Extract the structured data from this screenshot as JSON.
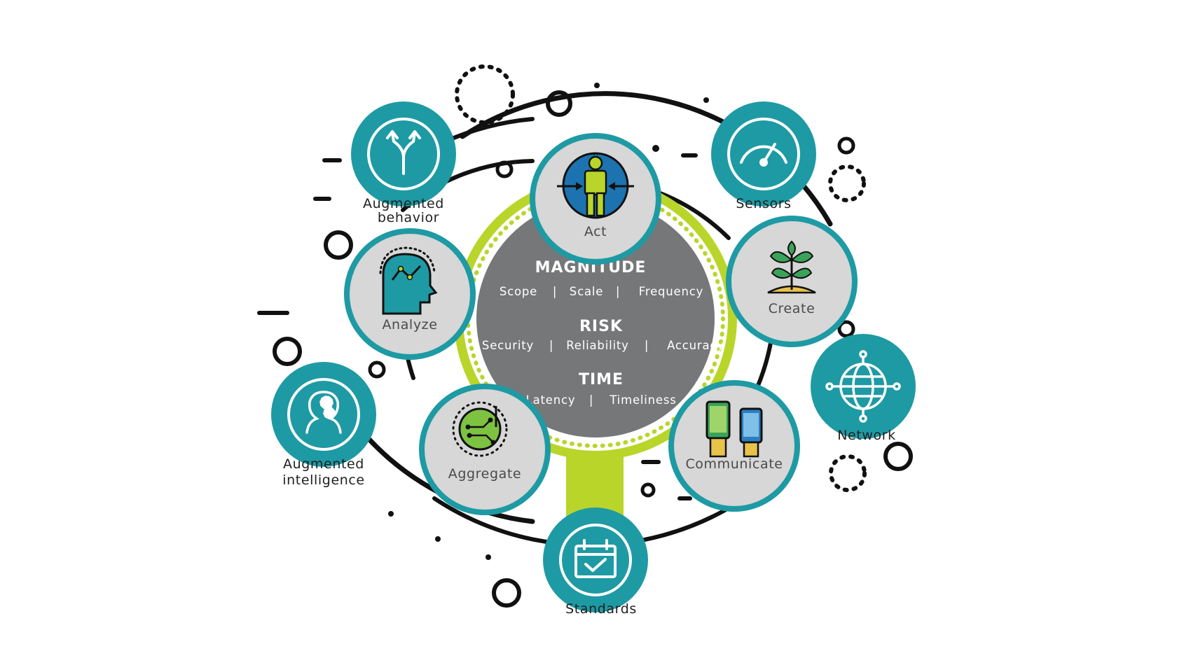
{
  "diagram": {
    "colors": {
      "teal": "#1e9aa4",
      "teal_dark": "#177f88",
      "grey_center": "#757779",
      "grey_node": "#d6d7d6",
      "lime": "#b9d52a",
      "black": "#111111"
    },
    "center": {
      "sections": [
        {
          "title": "MAGNITUDE",
          "items": [
            "Scope",
            "Scale",
            "Frequency"
          ]
        },
        {
          "title": "RISK",
          "items": [
            "Security",
            "Reliability",
            "Accuracy"
          ]
        },
        {
          "title": "TIME",
          "items": [
            "Latency",
            "Timeliness"
          ]
        }
      ]
    },
    "inner_nodes": [
      {
        "label": "Act",
        "icon": "person-target-icon"
      },
      {
        "label": "Create",
        "icon": "plant-icon"
      },
      {
        "label": "Communicate",
        "icon": "phones-hands-icon"
      },
      {
        "label": "Aggregate",
        "icon": "circuit-ball-icon"
      },
      {
        "label": "Analyze",
        "icon": "head-chart-icon"
      }
    ],
    "outer_nodes": [
      {
        "label_lines": [
          "Augmented",
          "behavior"
        ],
        "icon": "fork-arrows-icon"
      },
      {
        "label_lines": [
          "Sensors"
        ],
        "icon": "gauge-icon"
      },
      {
        "label_lines": [
          "Network"
        ],
        "icon": "globe-network-icon"
      },
      {
        "label_lines": [
          "Standards"
        ],
        "icon": "calendar-check-icon"
      },
      {
        "label_lines": [
          "Augmented",
          "intelligence"
        ],
        "icon": "head-gears-icon"
      }
    ]
  }
}
